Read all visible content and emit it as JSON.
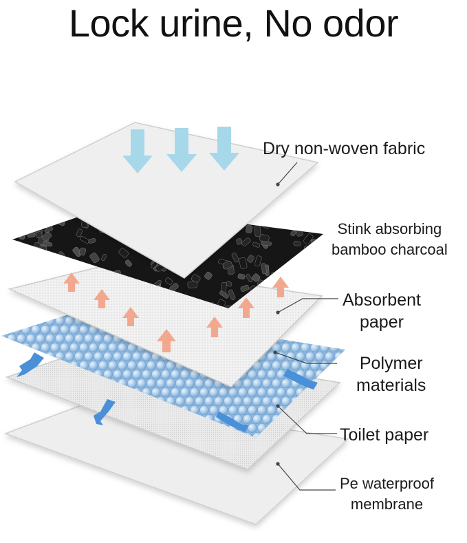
{
  "title": "Lock urine, No odor",
  "layers": [
    {
      "id": "dry-fabric",
      "lines": [
        "Dry non-woven fabric"
      ]
    },
    {
      "id": "bamboo-charcoal",
      "lines": [
        "Stink absorbing",
        "bamboo charcoal"
      ]
    },
    {
      "id": "absorbent-paper",
      "lines": [
        "Absorbent",
        "paper"
      ]
    },
    {
      "id": "polymer",
      "lines": [
        "Polymer",
        "materials"
      ]
    },
    {
      "id": "toilet-paper",
      "lines": [
        "Toilet paper"
      ]
    },
    {
      "id": "pe-membrane",
      "lines": [
        "Pe waterproof",
        "membrane"
      ]
    }
  ],
  "colors": {
    "sheet": "#eeeeee",
    "sheet_edge": "#c9c9c9",
    "charcoal": "#161616",
    "bead": "#a9cbea",
    "bead_edge": "#6f9fcc",
    "down_arrow": "#a7d8ea",
    "up_arrow": "#f2a88e",
    "spread_arrow": "#4a90d9"
  }
}
